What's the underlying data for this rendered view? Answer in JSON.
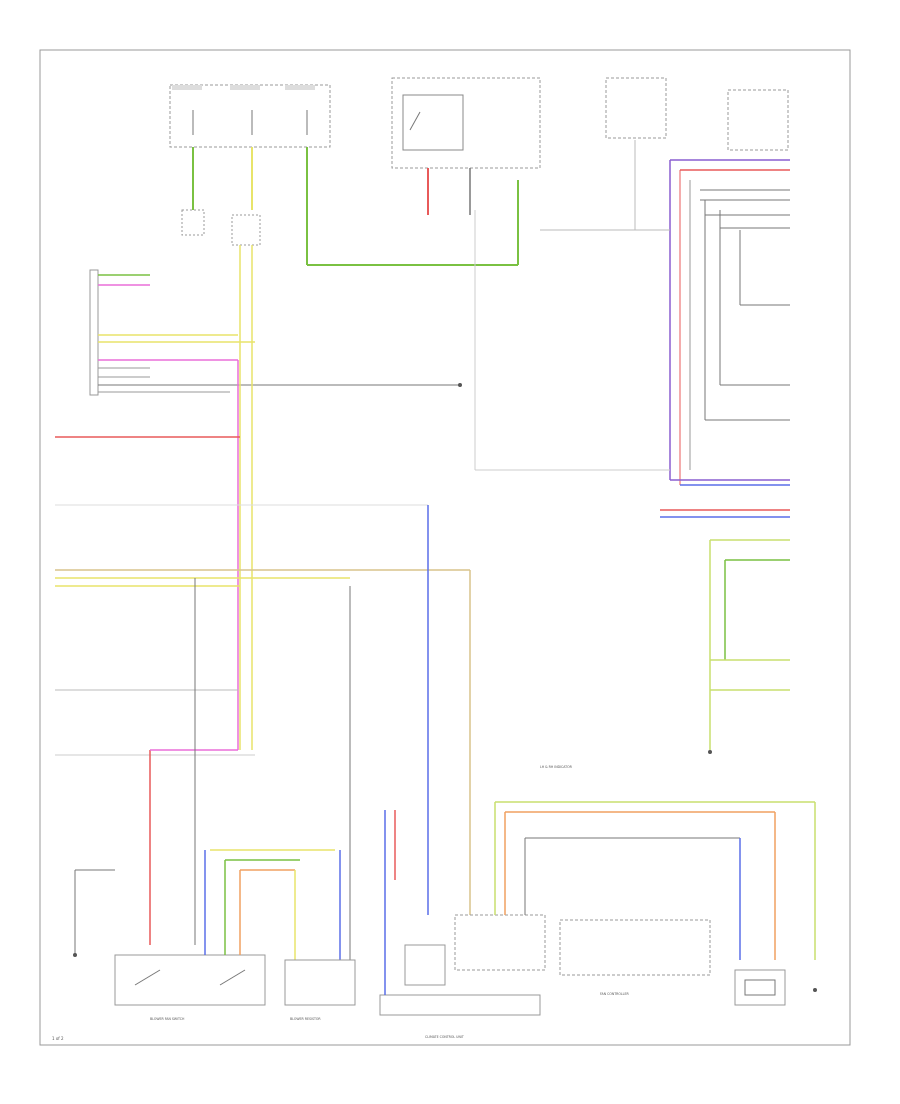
{
  "diagram": {
    "border_color": "#999999",
    "wire_colors": {
      "green": "#7ac142",
      "yellow": "#e8e46a",
      "yellow_green": "#c9df6e",
      "pink": "#ea6fd8",
      "red": "#e85a5a",
      "blue": "#5a6fe8",
      "violet": "#8a5fd0",
      "orange": "#f0a060",
      "black": "#555555",
      "gray": "#a0a0a0",
      "light_gray": "#cccccc",
      "tan": "#d8c48c"
    },
    "labels": {
      "bottom_left_component": "BLOWER FAN SWITCH",
      "bottom_center_component": "BLOWER RESISTOR",
      "climate_control_unit": "CLIMATE CONTROL UNIT",
      "relay_module": "FAN CONTROLLER",
      "legend_note": "LH & RH INDICATOR",
      "bottom_left_corner": "1 of 2"
    }
  }
}
